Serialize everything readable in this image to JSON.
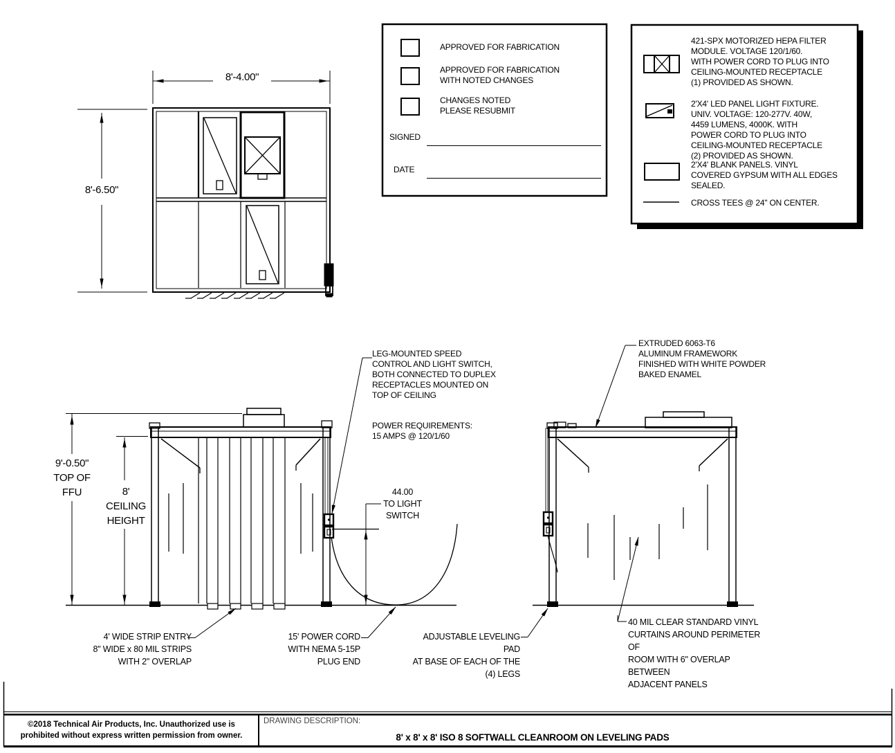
{
  "colors": {
    "line": "#000000",
    "background": "#ffffff",
    "legend_shadow": "#000000"
  },
  "plan_view": {
    "dim_width": "8'-4.00\"",
    "dim_height": "8'-6.50\""
  },
  "approval_box": {
    "options": [
      {
        "label": "APPROVED FOR FABRICATION"
      },
      {
        "label": "APPROVED FOR FABRICATION\nWITH NOTED CHANGES"
      },
      {
        "label": "CHANGES NOTED\nPLEASE RESUBMIT"
      }
    ],
    "signed_label": "SIGNED",
    "date_label": "DATE"
  },
  "legend": {
    "items": [
      {
        "icon": "hepa-filter-symbol",
        "text": "421-SPX  MOTORIZED HEPA FILTER\nMODULE. VOLTAGE 120/1/60.\nWITH POWER CORD TO PLUG INTO\nCEILING-MOUNTED RECEPTACLE\n(1) PROVIDED AS SHOWN."
      },
      {
        "icon": "led-light-symbol",
        "text": "2'X4' LED PANEL LIGHT FIXTURE.\nUNIV. VOLTAGE: 120-277V.  40W,\n4459 LUMENS, 4000K. WITH\nPOWER CORD TO PLUG INTO\nCEILING-MOUNTED RECEPTACLE\n(2) PROVIDED AS SHOWN."
      },
      {
        "icon": "blank-panel-symbol",
        "text": "2'X4' BLANK PANELS. VINYL\nCOVERED GYPSUM WITH ALL EDGES\nSEALED."
      },
      {
        "icon": "cross-tee-symbol",
        "text": "CROSS TEES @ 24\" ON CENTER."
      }
    ]
  },
  "front_elevation": {
    "dim_ffu": "9'-0.50\"\nTOP OF\nFFU",
    "dim_ceiling": "8'\nCEILING\nHEIGHT",
    "note_speed_control": "LEG-MOUNTED SPEED\nCONTROL AND LIGHT SWITCH,\nBOTH CONNECTED TO DUPLEX\nRECEPTACLES MOUNTED ON\nTOP OF CEILING",
    "note_power": "POWER REQUIREMENTS:\n15 AMPS @ 120/1/60",
    "dim_switch": "44.00\nTO LIGHT\nSWITCH",
    "note_strip_entry": "4' WIDE STRIP ENTRY\n8\" WIDE x 80 MIL STRIPS\nWITH 2\" OVERLAP",
    "note_power_cord": "15' POWER CORD\nWITH NEMA 5-15P\nPLUG END"
  },
  "side_elevation": {
    "note_framework": "EXTRUDED 6063-T6\nALUMINUM FRAMEWORK\nFINISHED WITH WHITE POWDER\nBAKED ENAMEL",
    "note_leveling_pad": "ADJUSTABLE LEVELING PAD\nAT BASE OF EACH OF THE\n(4) LEGS",
    "note_curtains": "40 MIL CLEAR STANDARD VINYL\nCURTAINS AROUND PERIMETER OF\nROOM WITH 6\" OVERLAP BETWEEN\nADJACENT PANELS"
  },
  "title_block": {
    "copyright": "©2018 Technical Air Products, Inc.  Unauthorized use is\nprohibited without express written permission from owner.",
    "drawing_description_label": "DRAWING DESCRIPTION:",
    "drawing_title": "8' x 8' x 8'  ISO 8 SOFTWALL CLEANROOM ON LEVELING PADS"
  }
}
